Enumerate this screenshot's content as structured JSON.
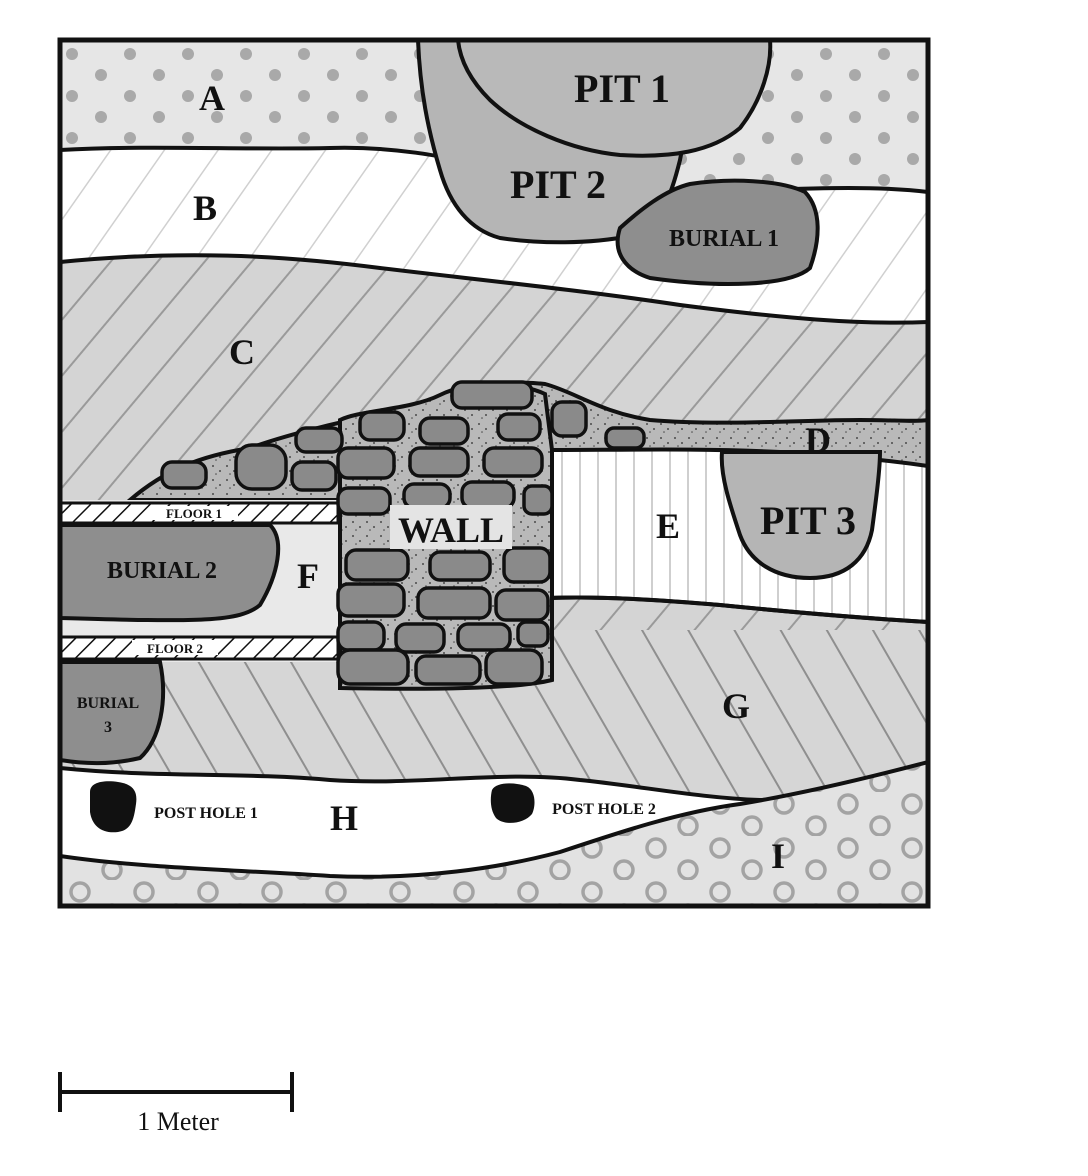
{
  "layers": {
    "a": "A",
    "b": "B",
    "c": "C",
    "d": "D",
    "e": "E",
    "f": "F",
    "g": "G",
    "h": "H",
    "i": "I"
  },
  "features": {
    "pit1": "PIT 1",
    "pit2": "PIT 2",
    "pit3": "PIT 3",
    "burial1": "BURIAL 1",
    "burial2": "BURIAL 2",
    "burial3_line1": "BURIAL",
    "burial3_line2": "3",
    "wall": "WALL",
    "floor1": "FLOOR 1",
    "floor2": "FLOOR 2",
    "posthole1": "POST HOLE 1",
    "posthole2": "POST HOLE 2"
  },
  "scale_bar": {
    "label": "1 Meter"
  },
  "colors": {
    "outline": "#111111",
    "light_fill": "#e6e6e6",
    "mid_fill": "#d2d2d2",
    "pit_fill": "#b5b5b5",
    "burial_fill": "#8e8e8e",
    "stone_fill": "#8a8a8a",
    "mortar_fill": "#b3b3b3",
    "post_fill": "#111111"
  }
}
